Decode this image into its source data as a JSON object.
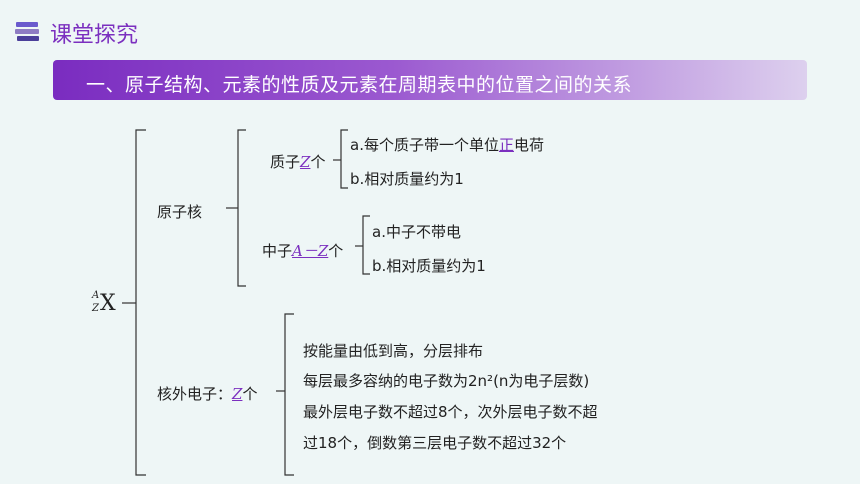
{
  "header": {
    "title": "课堂探究",
    "icon": "books-icon"
  },
  "banner": {
    "text": "一、原子结构、元素的性质及元素在周期表中的位置之间的关系"
  },
  "nuclide": {
    "mass_number": "A",
    "atomic_number": "Z",
    "symbol": "X"
  },
  "nucleus": {
    "label": "原子核",
    "proton": {
      "prefix": "质子",
      "count": "Z",
      "suffix": "个",
      "facts": {
        "a": {
          "before": "a.每个质子带一个单位",
          "blank": "正",
          "after": "电荷"
        },
        "b": "b.相对质量约为1"
      }
    },
    "neutron": {
      "prefix": "中子",
      "count": "A－Z",
      "suffix": "个",
      "facts": {
        "a": "a.中子不带电",
        "b": "b.相对质量约为1"
      }
    }
  },
  "electrons": {
    "label_prefix": "核外电子：",
    "count": "Z",
    "suffix": "个",
    "lines": [
      "按能量由低到高，分层排布",
      "每层最多容纳的电子数为2n²(n为电子层数)",
      "最外层电子数不超过8个，次外层电子数不超",
      "过18个，倒数第三层电子数不超过32个"
    ]
  }
}
